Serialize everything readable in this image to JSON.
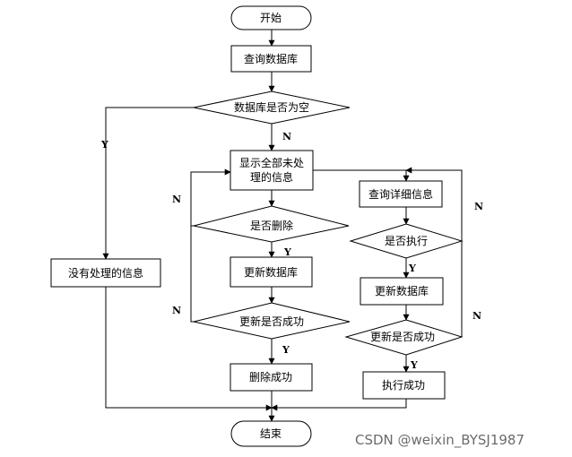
{
  "nodes": {
    "start": "开始",
    "query_db": "查询数据库",
    "db_empty": "数据库是否为空",
    "no_info": "没有处理的信息",
    "show_all_line1": "显示全部未处",
    "show_all_line2": "理的信息",
    "is_delete": "是否删除",
    "update_db_left": "更新数据库",
    "update_success_left": "更新是否成功",
    "delete_success": "删除成功",
    "query_detail": "查询详细信息",
    "is_execute": "是否执行",
    "update_db_right": "更新数据库",
    "update_success_right": "更新是否成功",
    "execute_success": "执行成功",
    "end": "结束"
  },
  "labels": {
    "yes": "Y",
    "no": "N"
  },
  "watermark": "CSDN @weixin_BYSJ1987"
}
